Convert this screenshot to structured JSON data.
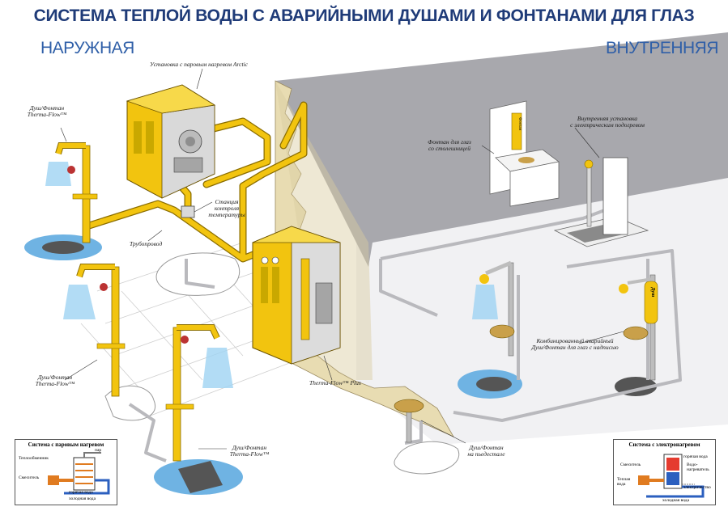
{
  "title": "СИСТЕМА ТЕПЛОЙ ВОДЫ С АВАРИЙНЫМИ ДУШАМИ И ФОНТАНАМИ ДЛЯ ГЛАЗ",
  "zones": {
    "outdoor": "НАРУЖНАЯ",
    "indoor": "ВНУТРЕННЯЯ"
  },
  "labels": {
    "steam_unit": "Установка с паровым нагревом Arctic",
    "shower_top_line1": "Душ/Фонтан",
    "shower_top_line2": "Therma-Flow™",
    "control_line1": "Станция",
    "control_line2": "контроля",
    "control_line3": "температуры",
    "pipeline": "Трубопровод",
    "therma_plus": "Therma-Flow™ Plus",
    "shower_left_line1": "Душ/Фонтан",
    "shower_left_line2": "Therma-Flow™",
    "shower_bottom_line1": "Душ/Фонтан",
    "shower_bottom_line2": "Therma-Flow™",
    "eye_fountain_line1": "Фонтан для глаз",
    "eye_fountain_line2": "со столешницей",
    "indoor_unit_line1": "Внутренняя установка",
    "indoor_unit_line2": "с электрическим подогревом",
    "combo_line1": "Комбинированный аварийный",
    "combo_line2": "Душ/Фонтан для глаз с надписью",
    "pedestal_line1": "Душ/Фонтан",
    "pedestal_line2": "на пьедестале",
    "sign_fountain": "Фонтан",
    "sign_shower": "Душ"
  },
  "legend_steam": {
    "title": "Система с паровым нагревом",
    "heat_exchanger": "Теплообменник",
    "steam": "пар",
    "mixer": "Смеситель",
    "hot_water": "горячая вода",
    "cold_water": "холодная вода"
  },
  "legend_electric": {
    "title": "Система с электронагревом",
    "hot_water": "горячая вода",
    "mixer": "Смеситель",
    "heater": "Водо-нагреватель",
    "warm_water": "Теплая вода",
    "electricity": "электричество",
    "cold_water": "холодная вода"
  },
  "colors": {
    "title": "#1f3b78",
    "zone": "#2f5fa8",
    "pipe": "#f2c40f",
    "pipe_edge": "#8a6d00",
    "wall": "#a9a9ad",
    "floor": "#ececec",
    "puddle": "#6fb3e3"
  }
}
